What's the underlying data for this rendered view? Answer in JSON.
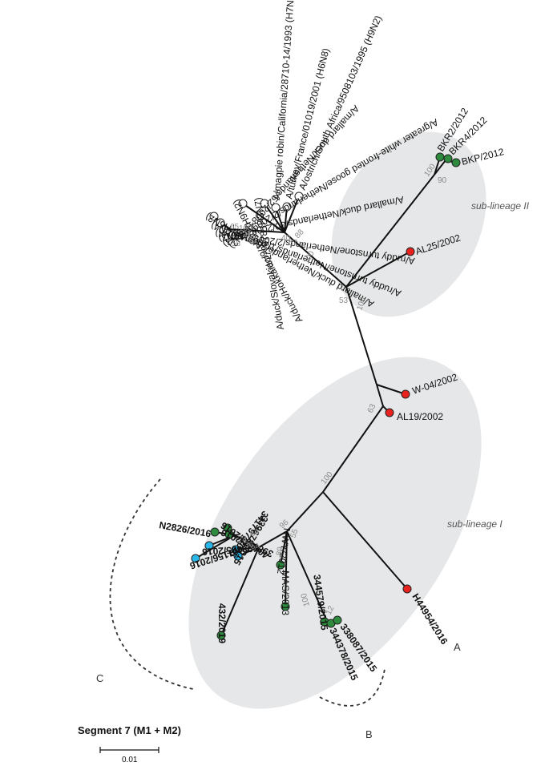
{
  "title": "Segment 7 (M1 + M2)",
  "scale_bar": {
    "label": "0.01"
  },
  "colors": {
    "white_marker": "#ffffff",
    "green_marker": "#2e8b3e",
    "red_marker": "#e8231f",
    "blue_marker": "#29b6e8",
    "ellipse_fill": "#e6e7e8"
  },
  "groups": {
    "sub_lineage_1": "sub-lineage I",
    "sub_lineage_2": "sub-lineage II"
  },
  "clades": {
    "a": "A",
    "b": "B",
    "c": "C"
  },
  "sub_lineage_2_leaves": [
    {
      "label": "BKR2/2012",
      "color": "green"
    },
    {
      "label": "BKR4/2012",
      "color": "green"
    },
    {
      "label": "BKP/2012",
      "color": "green"
    },
    {
      "label": "AL25/2002",
      "color": "red"
    }
  ],
  "sub_lineage_1_leaves": [
    {
      "label": "W-04/2002",
      "color": "red"
    },
    {
      "label": "AL19/2002",
      "color": "red"
    },
    {
      "label": "H44954/2016",
      "color": "red"
    },
    {
      "label": "404573/2016",
      "color": "green"
    },
    {
      "label": "398997/2016",
      "color": "green"
    },
    {
      "label": "N2826/2016",
      "color": "green"
    },
    {
      "label": "402385/2016",
      "color": "blue"
    },
    {
      "label": "401156/2016",
      "color": "blue"
    },
    {
      "label": "341797/2015",
      "color": "blue"
    },
    {
      "label": "339678/2015",
      "color": "blue"
    },
    {
      "label": "432/2019",
      "color": "green"
    },
    {
      "label": "NWY/2012",
      "color": "green"
    },
    {
      "label": "MAS/2013",
      "color": "green"
    },
    {
      "label": "344579/2015",
      "color": "green"
    },
    {
      "label": "344378/2015",
      "color": "green"
    },
    {
      "label": "338087/2015",
      "color": "green"
    }
  ],
  "outgroup_leaves": [
    {
      "label": "A/duck/Hokkaido/9/1999 (H9N2)",
      "color": "white"
    },
    {
      "label": "A/duck/Slovakia/2/1978 (H3N7)",
      "color": "white"
    },
    {
      "label": "A/magpie robin/California/28710-14/1993 (H7N8)",
      "color": "white"
    },
    {
      "label": "A/turkey/France/01019/2001 (H6N8)",
      "color": "white"
    },
    {
      "label": "A/ostrich/South Africa/9508103/1995 (H9N2)",
      "color": "white"
    },
    {
      "label": "A/mallard duck/Netherlands/28/2010 (H5N2)",
      "color": "white"
    },
    {
      "label": "A/ruddy turnstone/Netherlands/1/2009 (H10N4)",
      "color": "white"
    },
    {
      "label": "A/ruddy turnstone/Netherlands/2/2009 (H10N4)",
      "color": "white"
    },
    {
      "label": "A/mallard duck/Netherlands/30/2008 (H5N3)",
      "color": "white"
    },
    {
      "label": "A/greater white-fronted goose/Netherlands/2/2009 (H5N3)",
      "color": "white"
    },
    {
      "label": "A/mallard duck/Netherlands/52/2008 (H5N2)",
      "color": "white"
    }
  ],
  "bootstrap": {
    "sl2_root": "100",
    "sl2_bkr": "100",
    "sl2_bkr_inner": "90",
    "out_stem": "53",
    "out_base": "100",
    "out_a": "88",
    "out_b": "40",
    "out_c": "57",
    "out_d": "65",
    "out_e": "100",
    "out_f": "21",
    "out_g": "58",
    "out_h": "61",
    "sl1_w04": "63",
    "sl1_main": "100",
    "sl1_96": "96",
    "sl1_55": "55",
    "sl1_89": "89",
    "sl1_100b": "100",
    "sl1_12": "12",
    "sl1_84": "84",
    "sl1_74": "74",
    "sl1_94": "94",
    "sl1_36": "36"
  }
}
